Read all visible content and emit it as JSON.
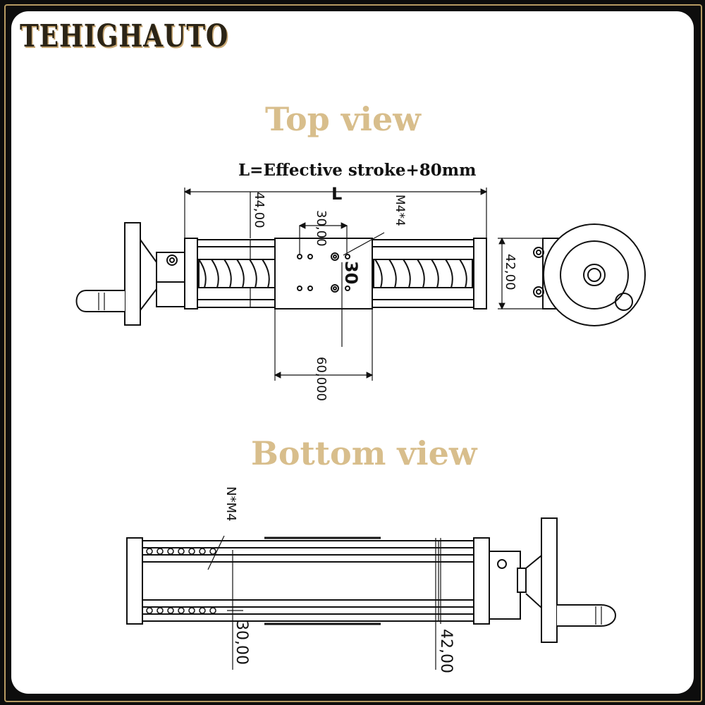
{
  "brand": "TEHIGHAUTO",
  "top_view": {
    "title": "Top view",
    "formula": "L=Effective stroke+80mm",
    "dim_L": "L",
    "dim_height": "44,00",
    "dim_hole_spacing": "30,00",
    "dim_hole_thread": "M4*4",
    "dim_hole_pitch": "30",
    "dim_end_width": "42,00",
    "dim_carriage": "60,000"
  },
  "bottom_view": {
    "title": "Bottom view",
    "dim_mount_thread": "N*M4",
    "dim_rail_spacing": "30,00",
    "dim_base_width": "42,00"
  },
  "colors": {
    "frame_gold": "#b69a62",
    "title_gold": "#d8be8c",
    "line": "#111111"
  }
}
